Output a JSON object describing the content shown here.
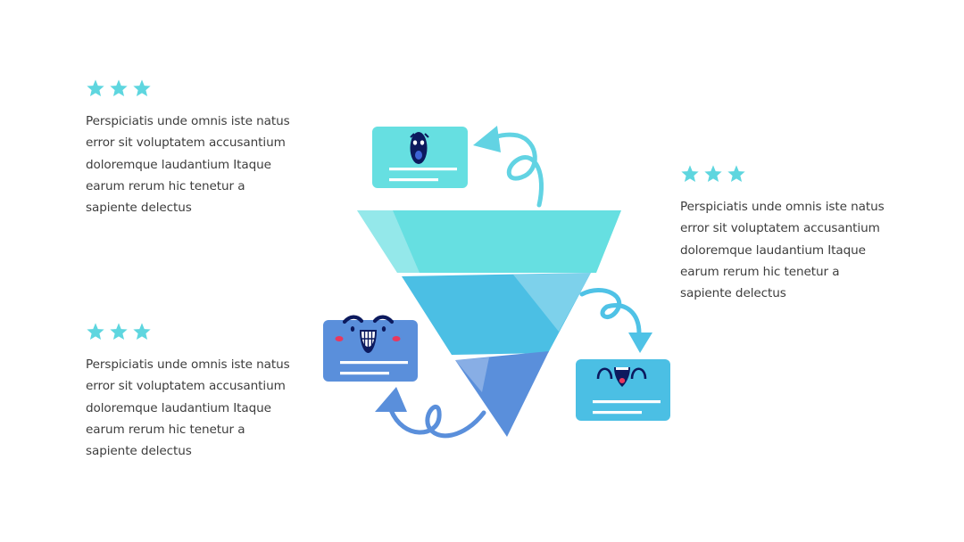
{
  "colors": {
    "star": "#5ed6df",
    "text": "#3d3d3d",
    "funnel_top": "#66dfe1",
    "funnel_mid": "#4bbfe4",
    "funnel_bottom": "#5a8fdb",
    "card_teal": "#66dfe1",
    "card_sky": "#4bbfe4",
    "card_blue": "#5a8fdb",
    "arrow_teal": "#62d3e3",
    "arrow_sky": "#4fc2e6",
    "arrow_blue": "#5a8fdb",
    "face": "#0c1a5e",
    "cheek": "#e8385e"
  },
  "blocks": [
    {
      "stars": 3,
      "text": "Perspiciatis unde omnis iste natus error sit voluptatem accusantium doloremque laudantium Itaque earum rerum hic tenetur a sapiente delectus"
    },
    {
      "stars": 3,
      "text": "Perspiciatis unde omnis iste natus error sit voluptatem accusantium doloremque laudantium Itaque earum rerum hic tenetur a sapiente delectus"
    },
    {
      "stars": 3,
      "text": "Perspiciatis unde omnis iste natus error sit voluptatem accusantium doloremque laudantium Itaque earum rerum hic tenetur a sapiente delectus"
    }
  ],
  "funnel": {
    "levels": [
      {
        "name": "top",
        "color": "#66dfe1"
      },
      {
        "name": "middle",
        "color": "#4bbfe4"
      },
      {
        "name": "bottom",
        "color": "#5a8fdb"
      }
    ]
  },
  "cards": [
    {
      "name": "surprised-face-card",
      "color": "#66dfe1",
      "icon": "surprised-face-icon"
    },
    {
      "name": "happy-face-card",
      "color": "#4bbfe4",
      "icon": "happy-face-icon"
    },
    {
      "name": "grinning-face-card",
      "color": "#5a8fdb",
      "icon": "grinning-face-icon"
    }
  ]
}
